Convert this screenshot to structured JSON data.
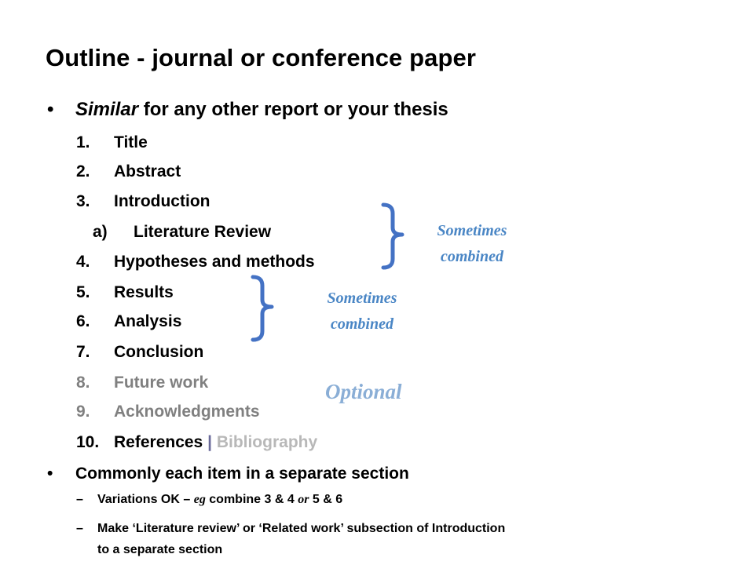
{
  "slide": {
    "title": "Outline - journal or conference paper",
    "bullets": [
      {
        "marker": "•",
        "emphasis": "Similar",
        "text": " for any other report or your thesis"
      },
      {
        "marker": "•",
        "text": "Commonly each item in a separate section"
      }
    ],
    "items": [
      {
        "num": "1.",
        "label": "Title"
      },
      {
        "num": "2.",
        "label": "Abstract"
      },
      {
        "num": "3.",
        "label": "Introduction"
      },
      {
        "num": "a)",
        "label": "Literature Review"
      },
      {
        "num": "4.",
        "label": "Hypotheses and methods"
      },
      {
        "num": "5.",
        "label": "Results"
      },
      {
        "num": "6.",
        "label": "Analysis"
      },
      {
        "num": "7.",
        "label": "Conclusion"
      },
      {
        "num": "8.",
        "label": "Future work"
      },
      {
        "num": "9.",
        "label": "Acknowledgments"
      },
      {
        "num": "10.",
        "label": "References",
        "separator": "|",
        "extra": "Bibliography"
      }
    ],
    "sub_points": [
      {
        "dash": "–",
        "prefix": "Variations OK – ",
        "eg": "eg",
        "middle": " combine 3 & 4 ",
        "or": "or",
        "suffix": " 5 & 6"
      },
      {
        "dash": "–",
        "line1": "Make ‘Literature review’ or ‘Related work’ subsection of Introduction",
        "line2": "to a separate section"
      }
    ],
    "annotations": {
      "combined_1": {
        "line1": "Sometimes",
        "line2": "combined"
      },
      "combined_2": {
        "line1": "Sometimes",
        "line2": "combined"
      },
      "optional": "Optional"
    },
    "colors": {
      "text": "#000000",
      "muted_item": "#808080",
      "light_item": "#b8b8b8",
      "annotation_blue": "#4a86c5",
      "optional_blue": "#8aaed6",
      "brace": "#4472c4"
    }
  }
}
